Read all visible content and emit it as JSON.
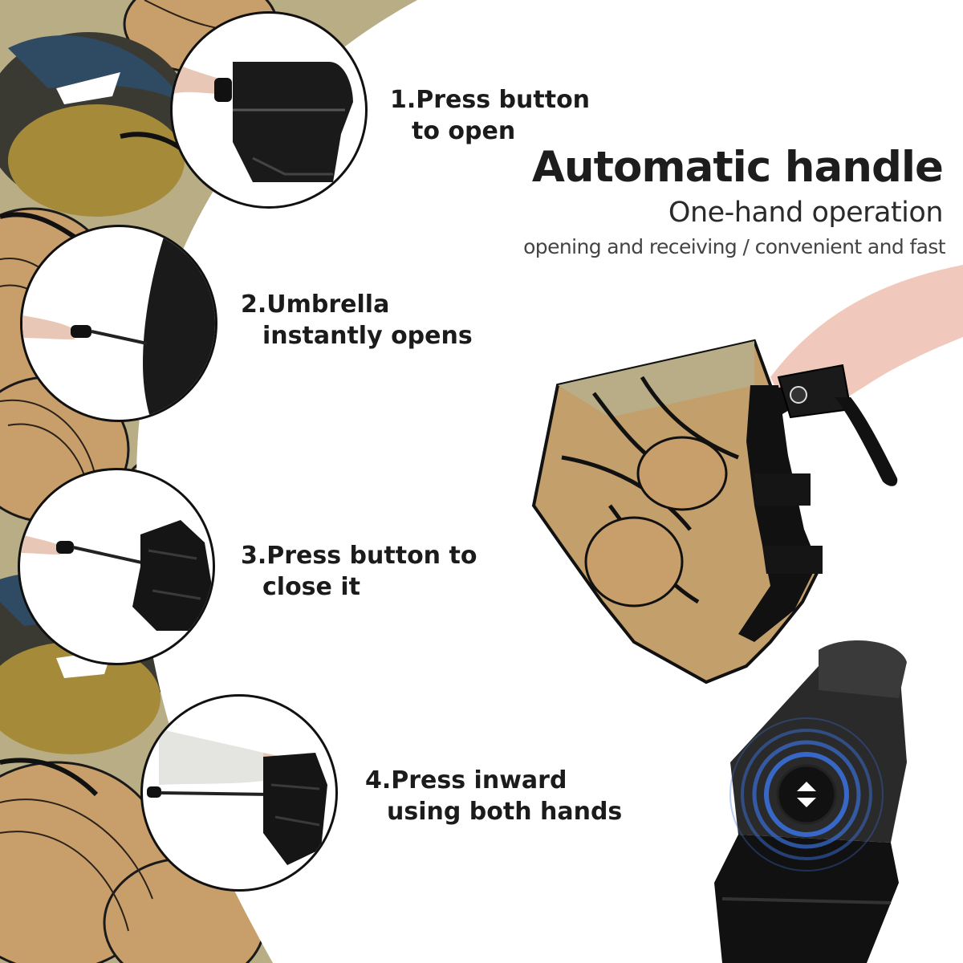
{
  "header": {
    "title": "Automatic  handle",
    "subtitle": "One-hand operation",
    "tagline": "opening and receiving  / convenient and fast"
  },
  "steps": [
    {
      "lines": [
        "1.Press button",
        "to open"
      ]
    },
    {
      "lines": [
        "2.Umbrella",
        "instantly opens"
      ]
    },
    {
      "lines": [
        "3.Press button to",
        "close it"
      ]
    },
    {
      "lines": [
        "4.Press inward",
        "using both hands"
      ]
    }
  ],
  "colors": {
    "pattern_khaki": "#b8ab83",
    "pattern_tan": "#c79e6b",
    "canopy_black": "#141414",
    "button_blue": "#3a6fd8",
    "arc_grey": "#dcdcdc"
  },
  "icons": {
    "handle_button": "open-close-button-icon",
    "press_ripple": "press-ripple-icon"
  }
}
